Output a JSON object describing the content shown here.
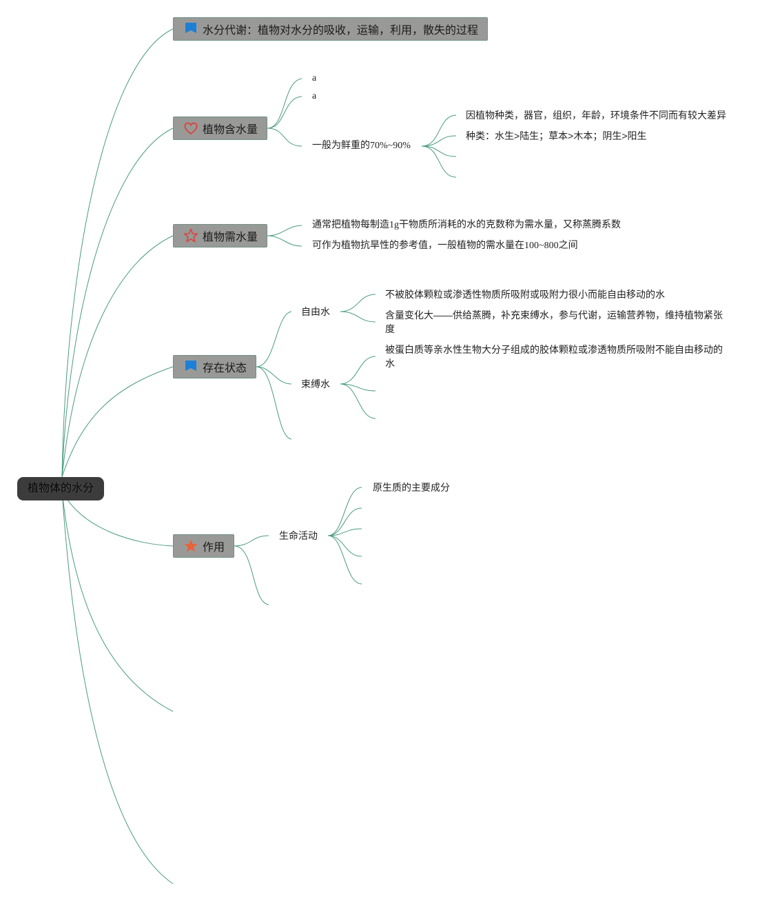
{
  "root": {
    "label": "植物体的水分"
  },
  "topics": {
    "metabolism": {
      "label": "水分代谢：植物对水分的吸收，运输，利用，散失的过程",
      "icon": "flag-icon",
      "icon_color": "#1e7fd6"
    },
    "content": {
      "label": "植物含水量",
      "icon": "heart-icon",
      "icon_color": "#d9433a"
    },
    "requirement": {
      "label": "植物需水量",
      "icon": "star-outline-icon",
      "icon_color": "#d9433a"
    },
    "state": {
      "label": "存在状态",
      "icon": "flag-icon",
      "icon_color": "#1e7fd6"
    },
    "function": {
      "label": "作用",
      "icon": "star-filled-icon",
      "icon_color": "#e8623a"
    }
  },
  "content_children": {
    "a1": "a",
    "a2": "a",
    "general": "一般为鲜重的70%~90%",
    "general_children": {
      "c1": "因植物种类，器官，组织，年龄，环境条件不同而有较大差异",
      "c2": "种类：水生>陆生；草本>木本；阴生>阳生"
    }
  },
  "requirement_children": {
    "r1": "通常把植物每制造1g干物质所消耗的水的克数称为需水量，又称蒸腾系数",
    "r2": "可作为植物抗旱性的参考值，一般植物的需水量在100~800之间"
  },
  "state_children": {
    "free": "自由水",
    "free_children": {
      "f1": "不被胶体颗粒或渗透性物质所吸附或吸附力很小而能自由移动的水",
      "f2": "含量变化大——供给蒸腾，补充束缚水，参与代谢，运输营养物，维持植物紧张度"
    },
    "bound": "束缚水",
    "bound_children": {
      "b1": "被蛋白质等亲水性生物大分子组成的胶体颗粒或渗透物质所吸附不能自由移动的水"
    }
  },
  "function_children": {
    "life": "生命活动",
    "life_children": {
      "l1": "原生质的主要成分"
    }
  },
  "colors": {
    "link": "#4a9a80",
    "topic_bg": "#999a98",
    "root_bg": "#3c3c3c"
  }
}
